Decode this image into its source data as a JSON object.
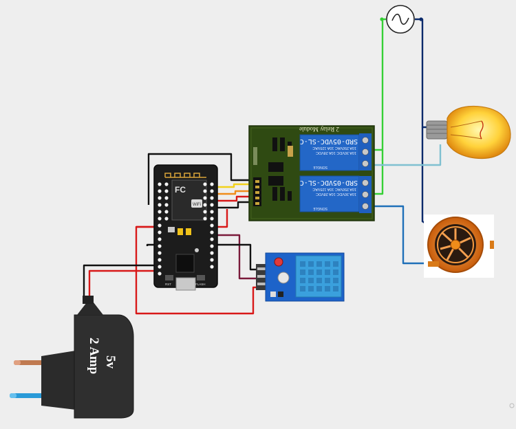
{
  "colors": {
    "background": "#eeeeee",
    "relay_board": "#2f4a12",
    "relay_blue": "#2367c7",
    "esp_board": "#1c1c1c",
    "dht_board": "#1d63c9",
    "dht_sensor": "#3aa0dd",
    "wire_red": "#d81818",
    "wire_black": "#111111",
    "wire_green": "#35d035",
    "wire_navy": "#0b2a6b",
    "wire_lightblue": "#7fc0d0",
    "wire_blue": "#1e6fb8",
    "wire_yellow": "#f2d21a",
    "wire_orange": "#f08c1a",
    "wire_maroon": "#7a1a3a"
  },
  "relay": {
    "title": "2 Relay Module",
    "relay_model": "SRD-05VDC-SL-C",
    "rating_lines": [
      "10A 250VAC 10A 125VAC",
      "10A 30VDC 10A 28VDC"
    ],
    "brand": "SONGLE"
  },
  "esp": {
    "logo": "FC",
    "wifi_label": "WiFi",
    "rst_label": "RST",
    "flash_label": "FLASH"
  },
  "charger": {
    "line1": "5v",
    "line2": "2 Amp"
  },
  "icons": {
    "ac_source": "ac-source-icon",
    "bulb": "light-bulb-icon",
    "fan": "fan-icon"
  }
}
